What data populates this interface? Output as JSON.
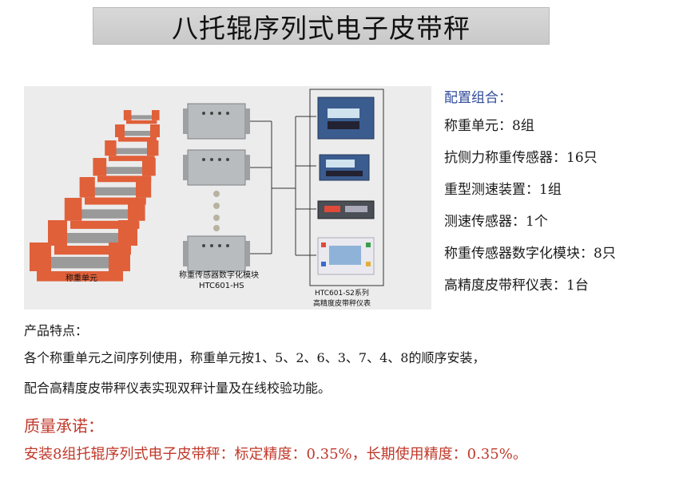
{
  "title": "八托辊序列式电子皮带秤",
  "diagram": {
    "weighing_unit_label": "称重单元",
    "module_label": "称重传感器数字化模块",
    "module_model": "HTC601-HS",
    "instrument_series": "HTC601-S2系列",
    "instrument_label": "高精度皮带秤仪表"
  },
  "config": {
    "heading": "配置组合：",
    "items": [
      "称重单元：8组",
      "抗侧力称重传感器：16只",
      "重型测速装置：1组",
      "测速传感器：1个",
      "称重传感器数字化模块：8只",
      "高精度皮带秤仪表：1台"
    ]
  },
  "features": {
    "heading": "产品特点：",
    "lines": [
      "各个称重单元之间序列使用，称重单元按1、5、2、6、3、7、4、8的顺序安装，",
      "配合高精度皮带秤仪表实现双秤计量及在线校验功能。"
    ]
  },
  "promise": {
    "heading": "质量承诺：",
    "line": "安装8组托辊序列式电子皮带秤：标定精度：0.35%，长期使用精度：0.35%。"
  },
  "colors": {
    "accent_blue": "#2f4a9a",
    "promise_red": "#c0392b",
    "idler_orange": "#e0603a"
  }
}
